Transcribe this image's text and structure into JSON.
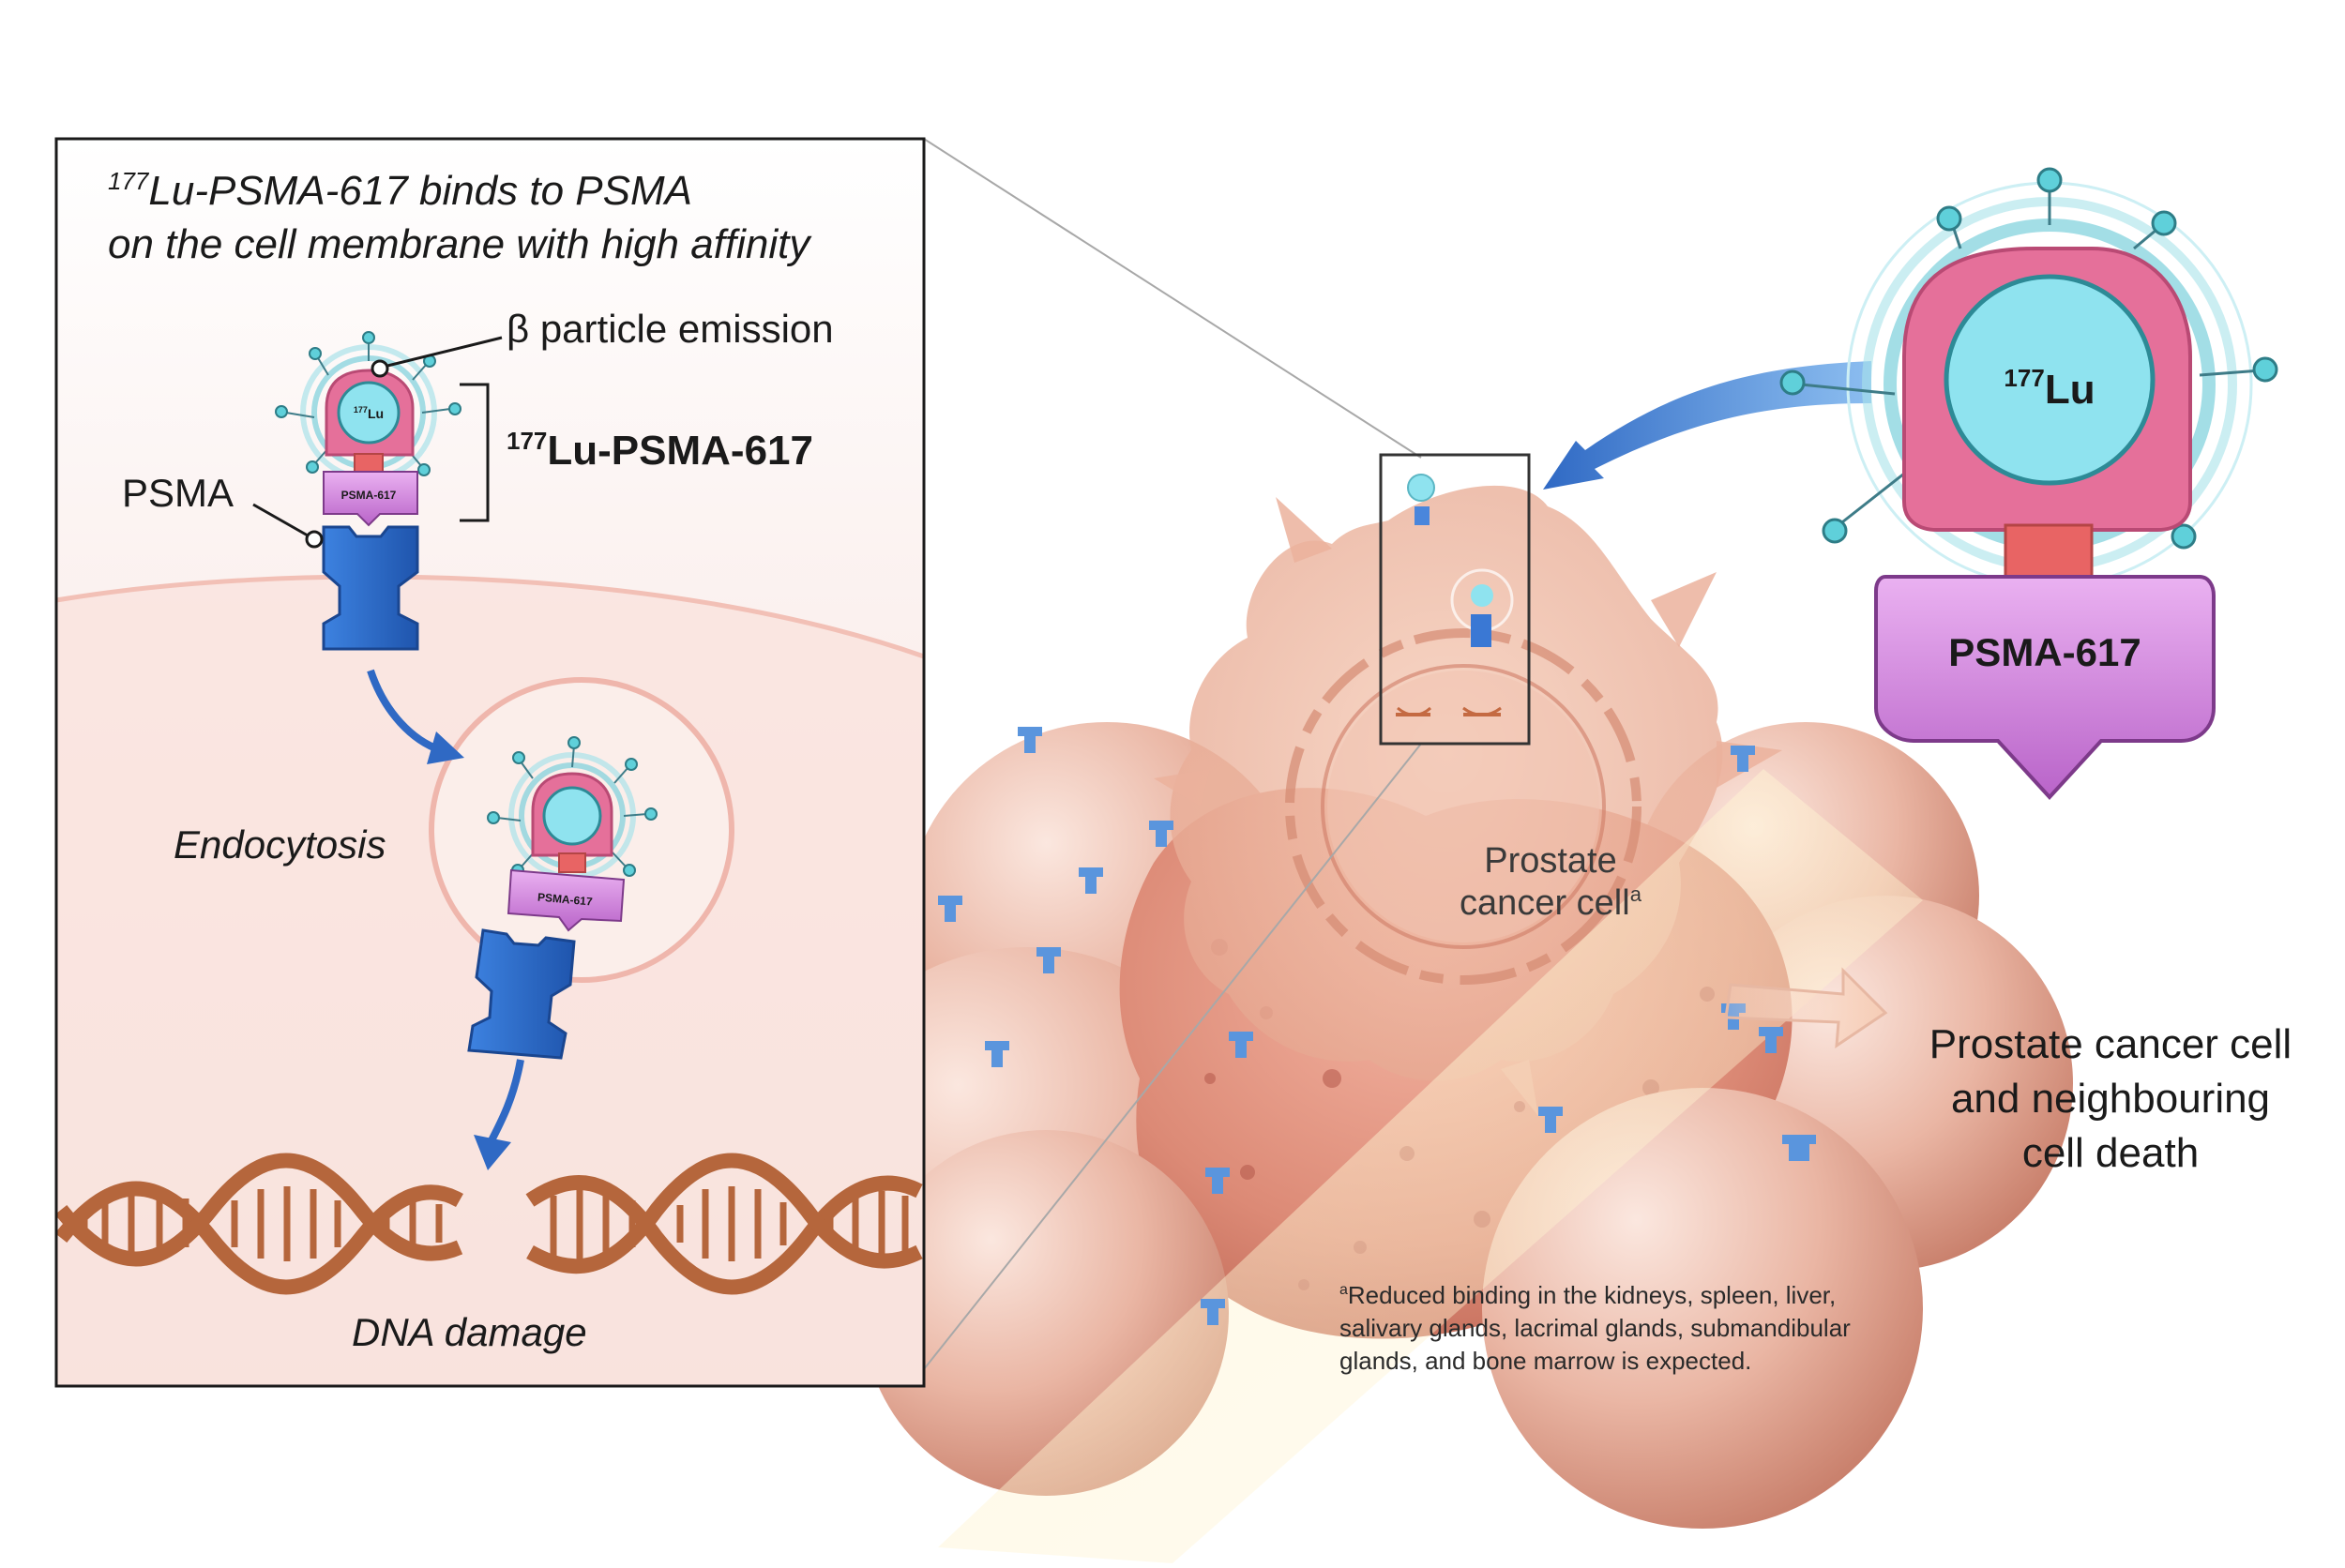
{
  "panel": {
    "title_line1_sup": "177",
    "title_line1": "Lu-PSMA-617 binds to PSMA",
    "title_line2": "on the cell membrane with high affinity",
    "beta_label": "β particle emission",
    "compound_sup": "177",
    "compound_label": "Lu-PSMA-617",
    "psma_label": "PSMA",
    "endocytosis_label": "Endocytosis",
    "dna_label": "DNA damage",
    "mini_lu_sup": "177",
    "mini_lu": "Lu",
    "mini_psma617": "PSMA-617"
  },
  "zoom": {
    "lu_sup": "177",
    "lu_label": "Lu",
    "psma617_label": "PSMA-617"
  },
  "cell": {
    "label_line1": "Prostate",
    "label_line2": "cancer cell",
    "label_sup": "a"
  },
  "outcome": {
    "line1": "Prostate cancer cell",
    "line2": "and neighbouring",
    "line3": "cell death"
  },
  "footnote": {
    "sup": "a",
    "line1": "Reduced binding in the kidneys, spleen, liver,",
    "line2": "salivary glands, lacrimal glands, submandibular",
    "line3": "glands, and bone marrow is expected."
  },
  "colors": {
    "lu_cyan": "#8fe3ef",
    "lu_ring": "#7cd0dc",
    "housing_pink": "#e5709a",
    "psma617_violet": "#d98be6",
    "receptor_blue": "#2f6fd0",
    "dna_brown": "#b5663c",
    "cell_pink": "#e9a58f",
    "arrow_blue": "#2f69c4"
  },
  "icons": {
    "lutetium": "lutetium-sphere-icon",
    "receptor": "psma-receptor-icon",
    "dna": "dna-helix-icon"
  }
}
